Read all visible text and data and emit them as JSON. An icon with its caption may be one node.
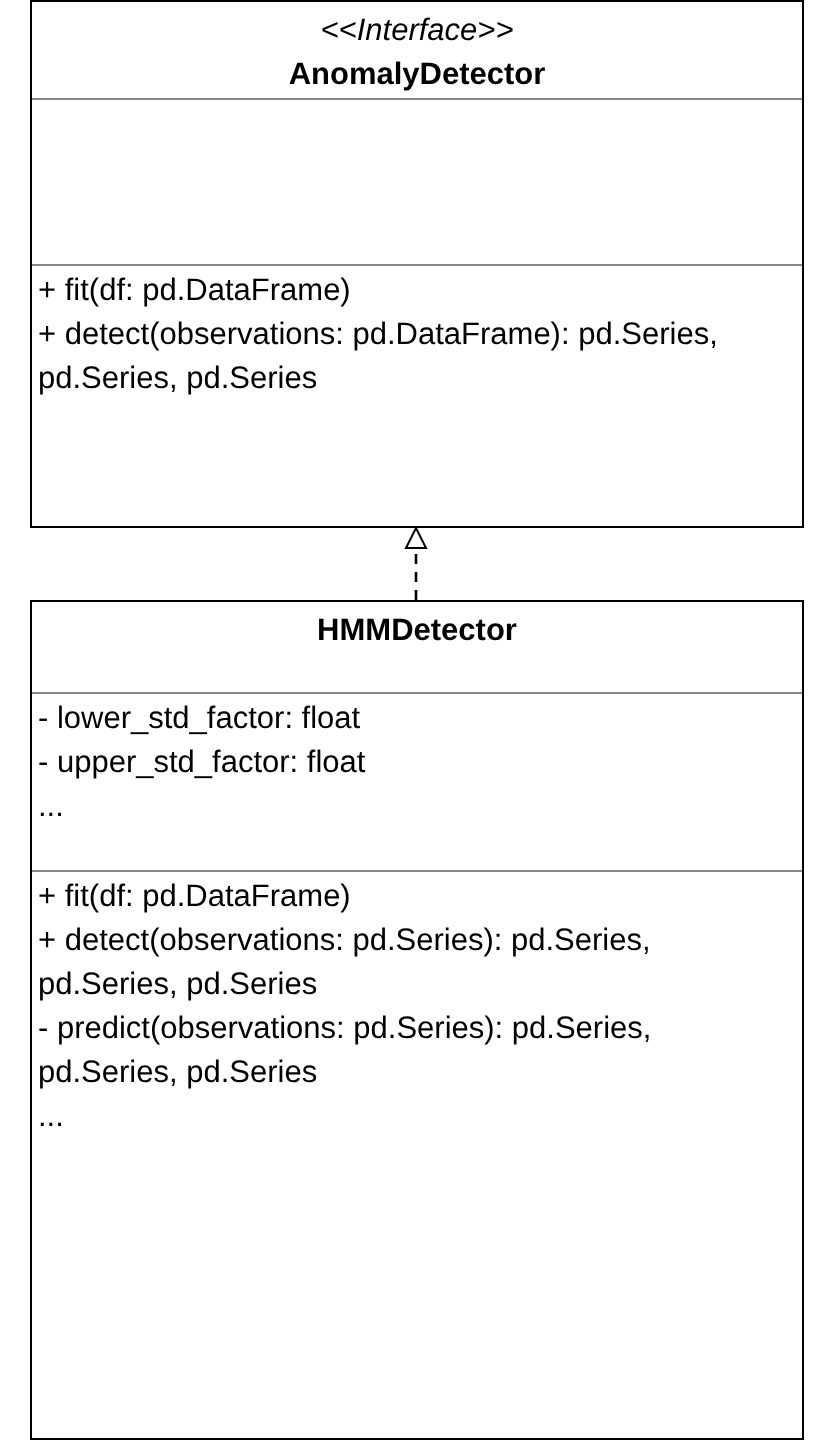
{
  "diagram": {
    "nodes": [
      {
        "text": [
          "<<Interface>>",
          "AnomalyDetector",
          "+ fit(df: pd.DataFrame)",
          "+ detect(observations: pd.DataFrame): pd.Series, pd.Series, pd.Series"
        ]
      },
      {
        "text": [
          "HMMDetector",
          "- lower_std_factor: float",
          "- upper_std_factor: float",
          "...",
          "+ fit(df: pd.DataFrame)",
          "+ detect(observations: pd.Series): pd.Series, pd.Series, pd.Series",
          "- predict(observations: pd.Series): pd.Series, pd.Series, pd.Series",
          "..."
        ]
      }
    ],
    "edges": [
      {
        "from": 1,
        "to": 0,
        "arrow": "to",
        "style": "dashed"
      }
    ]
  }
}
